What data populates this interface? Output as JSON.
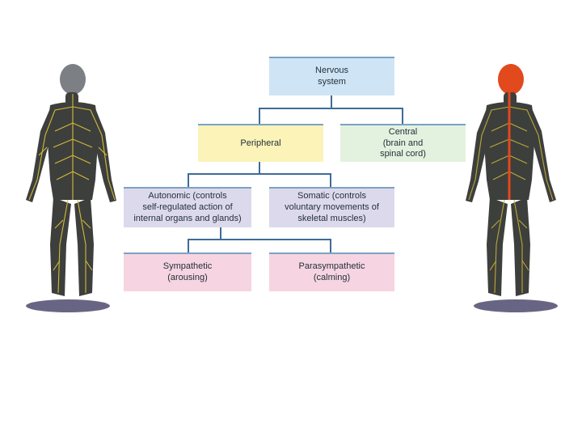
{
  "diagram": {
    "nervous_system": "Nervous\nsystem",
    "peripheral": "Peripheral",
    "central": "Central\n(brain and\nspinal cord)",
    "autonomic": "Autonomic (controls\nself-regulated action of\ninternal organs and glands)",
    "somatic": "Somatic (controls\nvoluntary movements of\nskeletal muscles)",
    "sympathetic": "Sympathetic\n(arousing)",
    "parasympathetic": "Parasympathetic\n(calming)"
  },
  "figures": {
    "left": {
      "description_icon": "human-peripheral-nerves-icon",
      "nerve_color": "#d9c23a",
      "head_color": "#7c7f84"
    },
    "right": {
      "description_icon": "human-central-nervous-system-icon",
      "nerve_color": "#c9b437",
      "cns_color": "#e2491d"
    }
  }
}
